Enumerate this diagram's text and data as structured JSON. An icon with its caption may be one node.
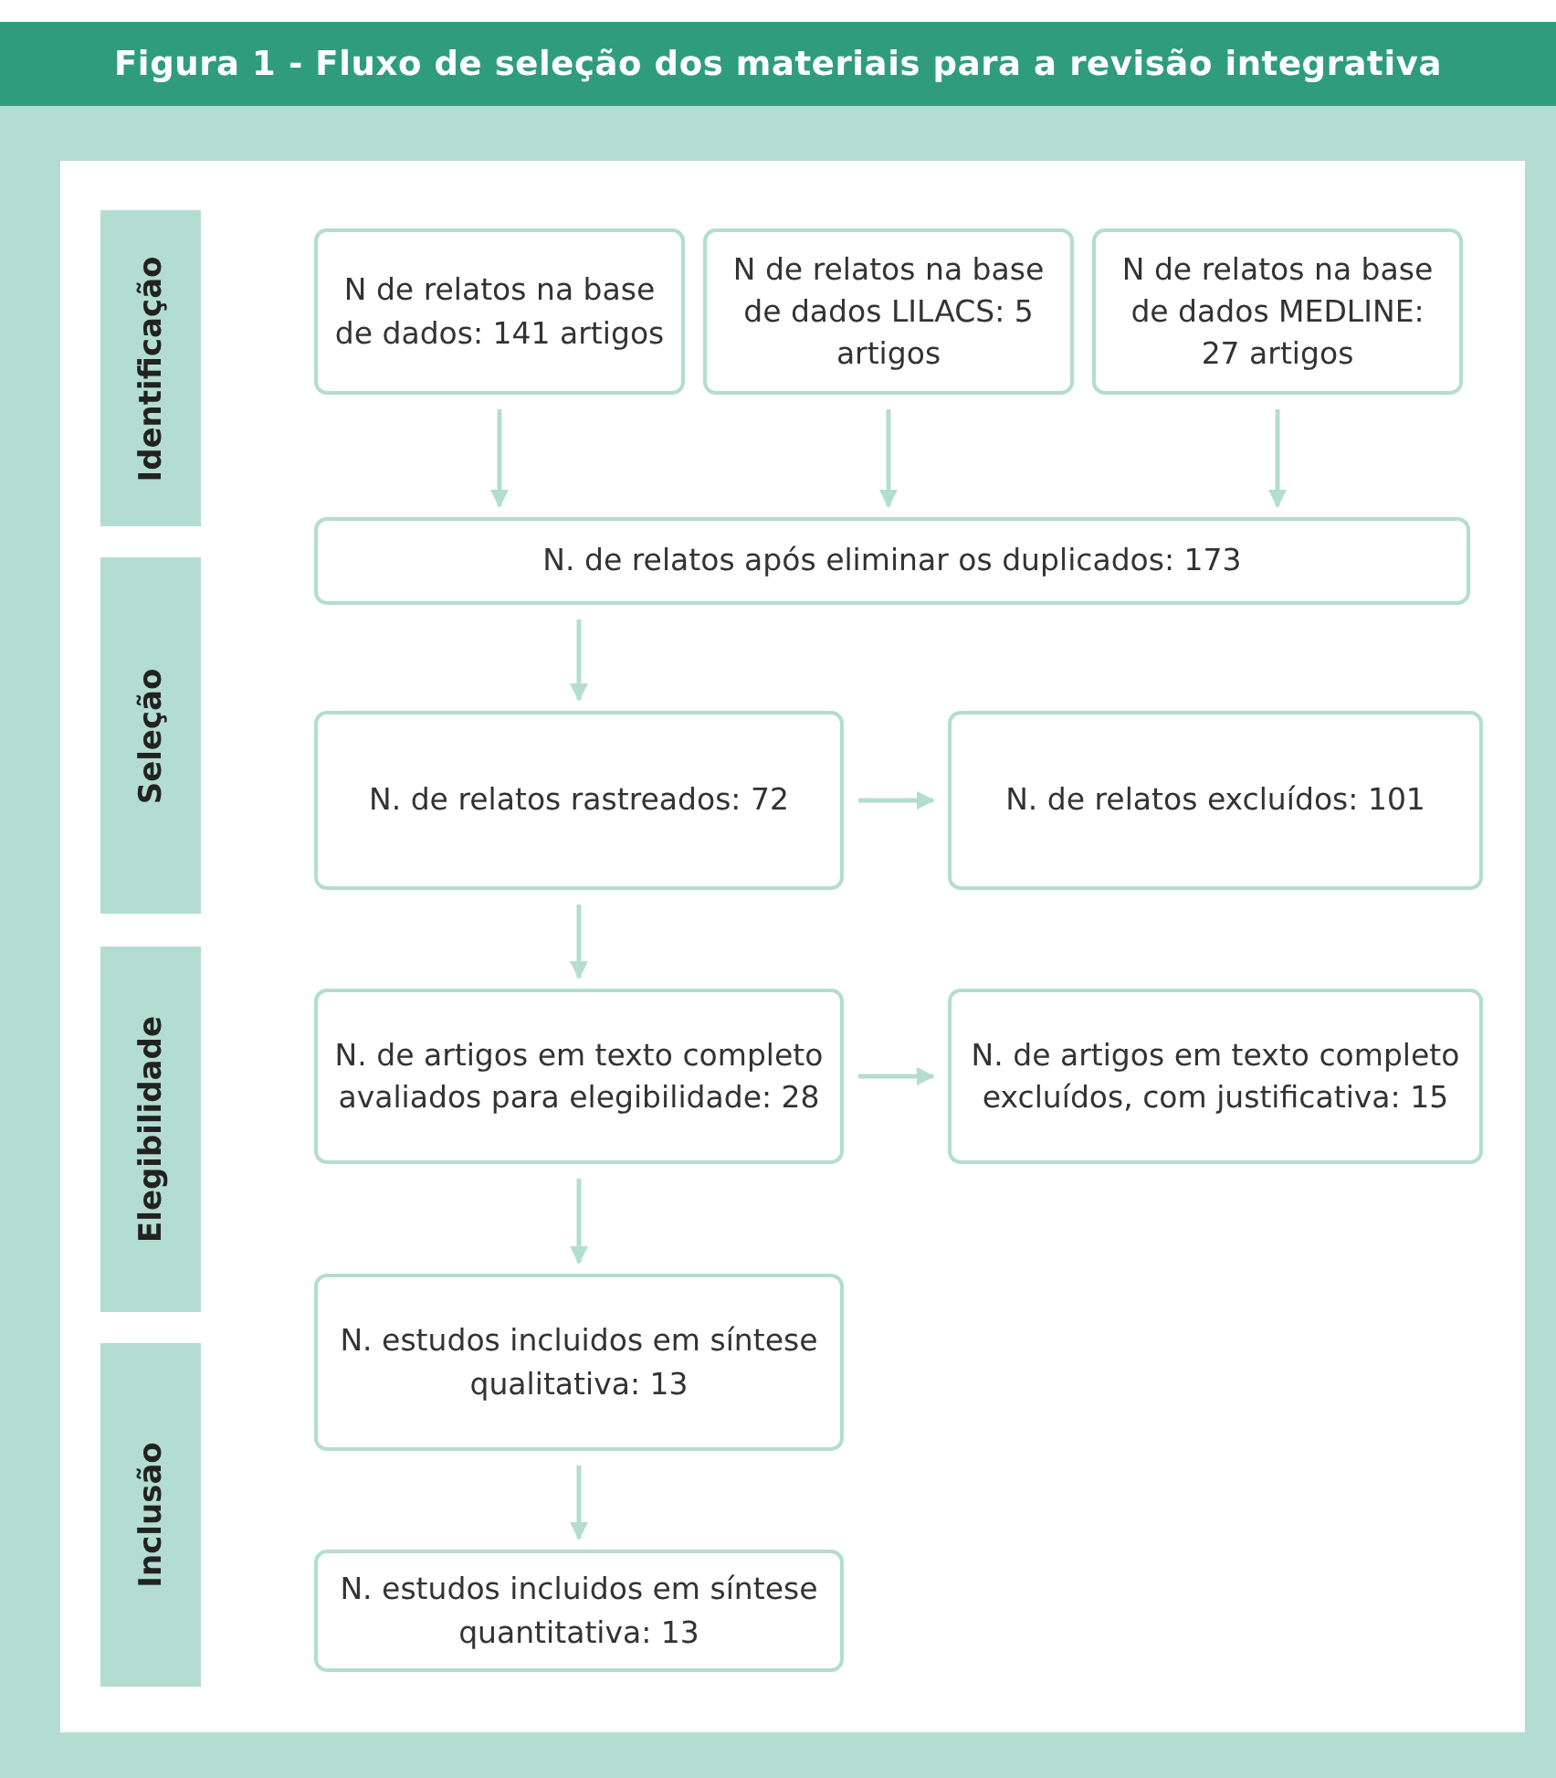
{
  "diagram": {
    "title": "Figura 1 - Fluxo de seleção dos materiais para a revisão integrativa",
    "nodes": [
      {
        "text": [
          "Identificação"
        ]
      },
      {
        "text": [
          "Seleção"
        ]
      },
      {
        "text": [
          "Elegibilidade"
        ]
      },
      {
        "text": [
          "Inclusão"
        ]
      },
      {
        "text": [
          "N de relatos na base de dados: 141 artigos"
        ]
      },
      {
        "text": [
          "N de relatos na base de dados LILACS: 5 artigos"
        ]
      },
      {
        "text": [
          "N de relatos na base de dados MEDLINE: 27 artigos"
        ]
      },
      {
        "text": [
          "N. de relatos após eliminar os duplicados: 173"
        ]
      },
      {
        "text": [
          "N. de relatos rastreados: 72"
        ]
      },
      {
        "text": [
          "N. de relatos excluídos: 101"
        ]
      },
      {
        "text": [
          "N. de artigos em texto completo avaliados para elegibilidade: 28"
        ]
      },
      {
        "text": [
          "N. de artigos em texto completo excluídos, com justificativa: 15"
        ]
      },
      {
        "text": [
          "N. estudos incluidos em síntese qualitativa: 13"
        ]
      },
      {
        "text": [
          "N. estudos incluidos em síntese quantitativa: 13"
        ]
      }
    ],
    "edges": [
      {
        "from": 4,
        "to": 7,
        "arrow": "to"
      },
      {
        "from": 5,
        "to": 7,
        "arrow": "to"
      },
      {
        "from": 6,
        "to": 7,
        "arrow": "to"
      },
      {
        "from": 7,
        "to": 8,
        "arrow": "to"
      },
      {
        "from": 8,
        "to": 9,
        "arrow": "to"
      },
      {
        "from": 8,
        "to": 10,
        "arrow": "to"
      },
      {
        "from": 10,
        "to": 11,
        "arrow": "to"
      },
      {
        "from": 10,
        "to": 12,
        "arrow": "to"
      },
      {
        "from": 12,
        "to": 13,
        "arrow": "to"
      }
    ]
  }
}
